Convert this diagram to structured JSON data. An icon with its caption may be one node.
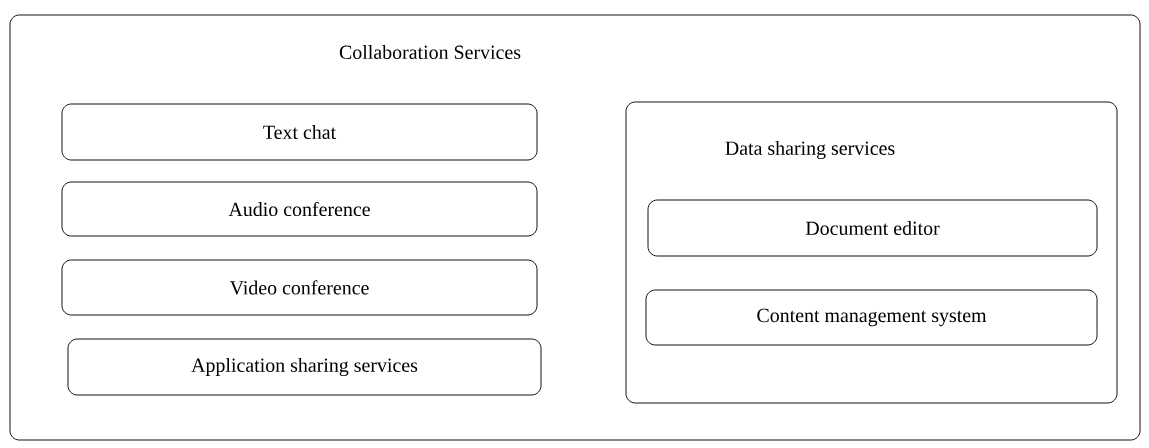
{
  "diagram": {
    "nodes": [
      {
        "text": [
          "Collaboration Services"
        ]
      },
      {
        "text": [
          "Text chat"
        ],
        "in": 0
      },
      {
        "text": [
          "Audio conference"
        ],
        "in": 0
      },
      {
        "text": [
          "Video conference"
        ],
        "in": 0
      },
      {
        "text": [
          "Application sharing services"
        ],
        "in": 0
      },
      {
        "text": [
          "Data sharing services"
        ],
        "in": 0
      },
      {
        "text": [
          "Document editor"
        ],
        "in": 5
      },
      {
        "text": [
          "Content management system"
        ],
        "in": 5
      }
    ]
  }
}
